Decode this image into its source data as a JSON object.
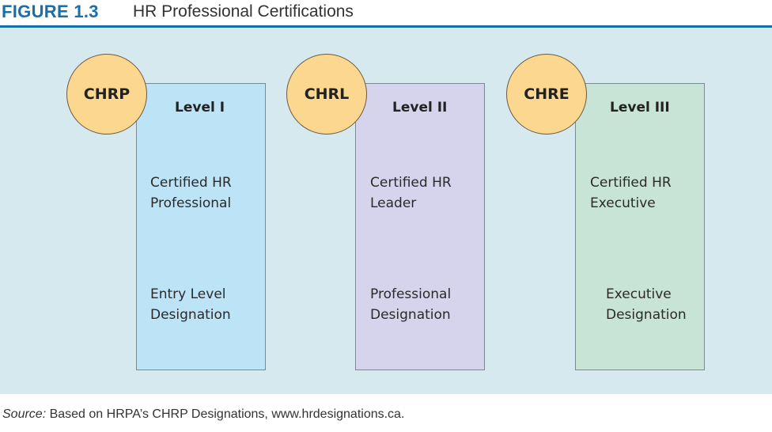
{
  "figure": {
    "number": "FIGURE 1.3",
    "title": "HR Professional Certifications"
  },
  "colors": {
    "accent": "#1a6fa8",
    "panel_background": "#d6e9ef",
    "circle_fill": "#fbd78f",
    "card_1_fill": "#bde3f6",
    "card_2_fill": "#d6d3ec",
    "card_3_fill": "#c8e4d6"
  },
  "certifications": [
    {
      "acronym": "CHRP",
      "level": "Level I",
      "name_line_1": "Certified HR",
      "name_line_2": "Professional",
      "designation_line_1": "Entry Level",
      "designation_line_2": "Designation"
    },
    {
      "acronym": "CHRL",
      "level": "Level II",
      "name_line_1": "Certified HR",
      "name_line_2": "Leader",
      "designation_line_1": "Professional",
      "designation_line_2": "Designation"
    },
    {
      "acronym": "CHRE",
      "level": "Level III",
      "name_line_1": "Certified HR",
      "name_line_2": "Executive",
      "designation_line_1": "Executive",
      "designation_line_2": "Designation"
    }
  ],
  "source": {
    "label": "Source:",
    "text": " Based on HRPA’s CHRP Designations, www.hrdesignations.ca."
  }
}
